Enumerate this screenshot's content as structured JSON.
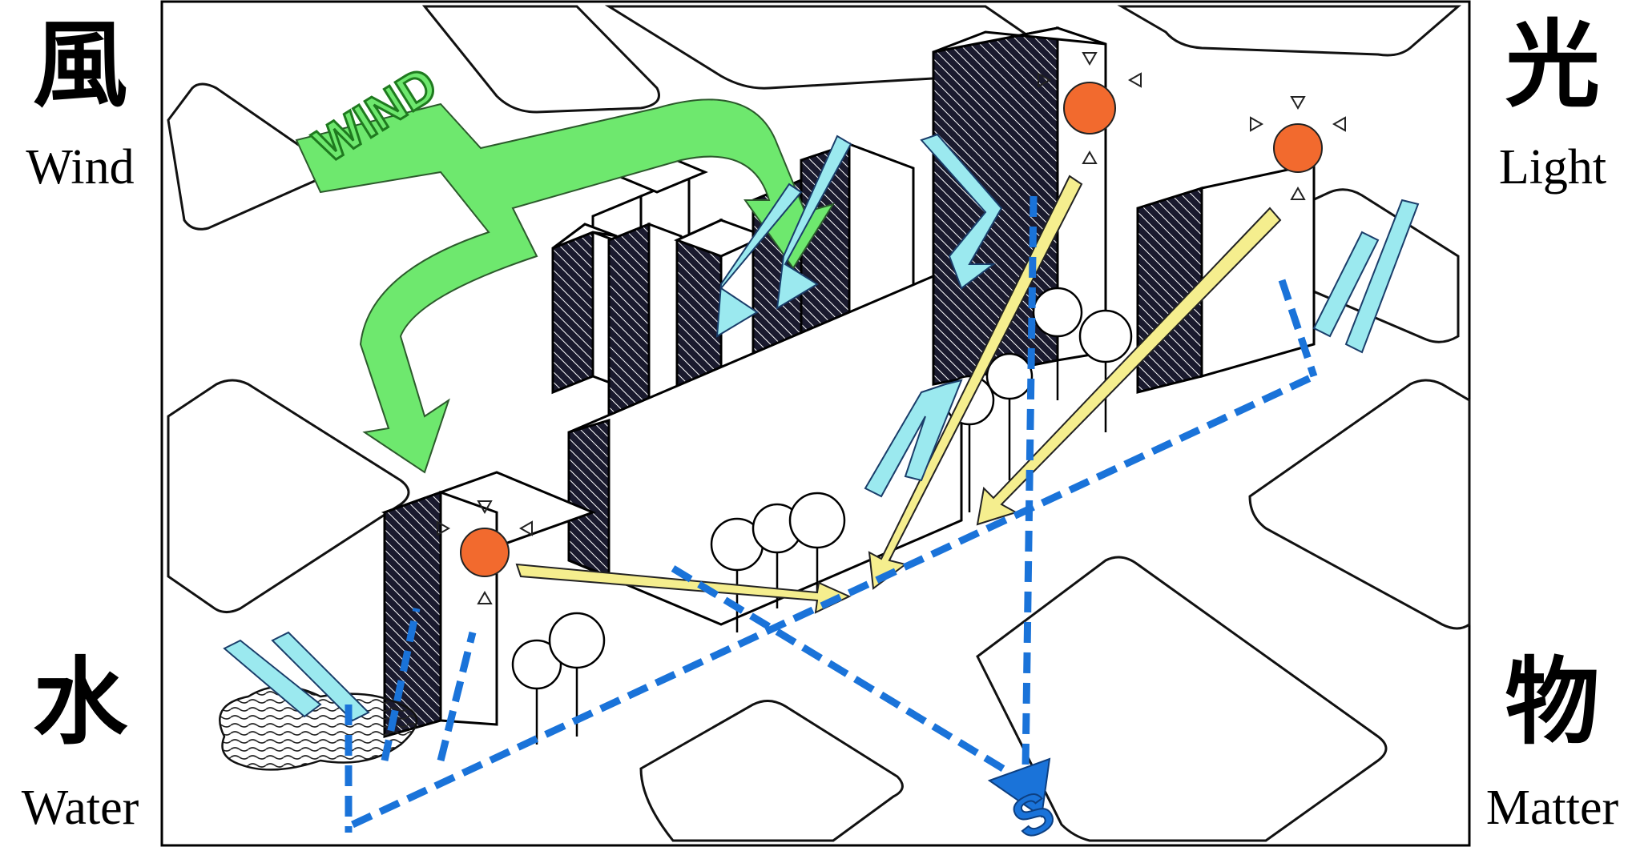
{
  "corners": {
    "top_left": {
      "glyph": "風",
      "label": "Wind"
    },
    "top_right": {
      "glyph": "光",
      "label": "Light"
    },
    "bottom_left": {
      "glyph": "水",
      "label": "Water"
    },
    "bottom_right": {
      "glyph": "物",
      "label": "Matter"
    }
  },
  "drawing": {
    "wind_banner": "WIND",
    "south_marker": "S"
  },
  "colors": {
    "wind": "#6ee86e",
    "wind_text": "#1f7a1f",
    "rain": "#9be9ef",
    "sun": "#f26a2e",
    "sunlight": "#f5ee8e",
    "direction": "#1a73d9",
    "building_dark": "#1a1a2e"
  }
}
